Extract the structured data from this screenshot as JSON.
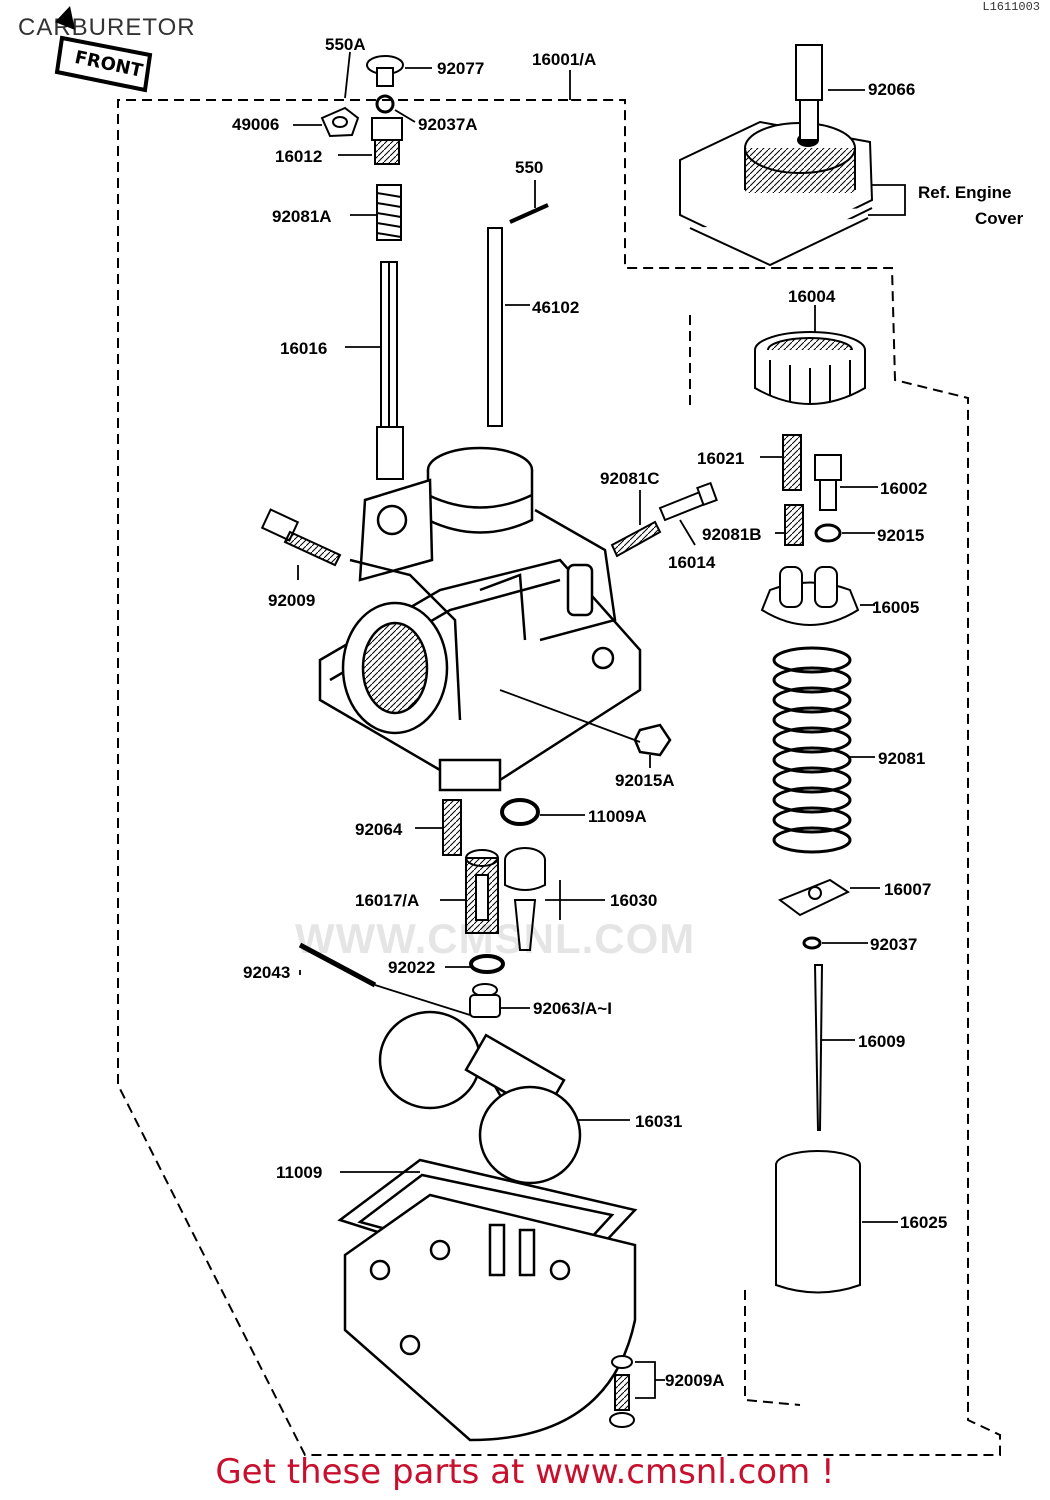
{
  "page": {
    "title": "CARBURETOR",
    "corner_code": "L1611003",
    "watermark": "WWW.CMSNL.COM",
    "footer_link": "Get these parts at www.cmsnl.com !"
  },
  "diagram": {
    "front_tag": "FRONT",
    "labels": {
      "p550a": "550A",
      "p92077": "92077",
      "p16001a": "16001/A",
      "p92066": "92066",
      "p49006": "49006",
      "p92037a": "92037A",
      "p16012": "16012",
      "p550": "550",
      "p92081a": "92081A",
      "ref_engine": "Ref. Engine",
      "ref_cover": "Cover",
      "p16004": "16004",
      "p46102": "46102",
      "p16016": "16016",
      "p16021": "16021",
      "p16002": "16002",
      "p92081c": "92081C",
      "p92081b": "92081B",
      "p92015": "92015",
      "p16014": "16014",
      "p92009": "92009",
      "p16005": "16005",
      "p92081": "92081",
      "p92015a": "92015A",
      "p11009a": "11009A",
      "p92064": "92064",
      "p16017a": "16017/A",
      "p16030": "16030",
      "p16007": "16007",
      "p92037": "92037",
      "p92043": "92043",
      "p92022": "92022",
      "p92063a": "92063/A~I",
      "p16009": "16009",
      "p16031": "16031",
      "p11009": "11009",
      "p16025": "16025",
      "p92009a": "92009A"
    }
  }
}
